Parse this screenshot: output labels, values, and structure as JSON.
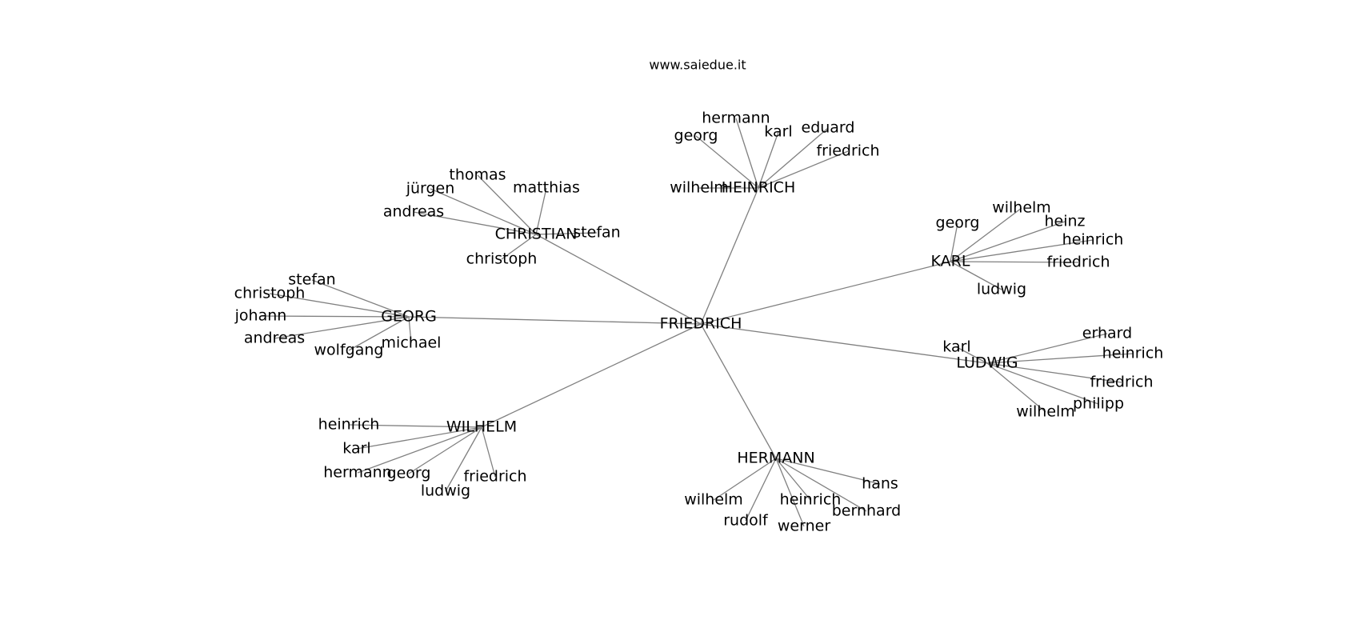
{
  "title": "www.saiedue.it",
  "root": {
    "id": "root",
    "label": "FRIEDRICH"
  },
  "hubs": [
    {
      "id": "h-heinrich",
      "label": "HEINRICH",
      "children": [
        {
          "id": "h1c1",
          "label": "wilhelm"
        },
        {
          "id": "h1c2",
          "label": "georg"
        },
        {
          "id": "h1c3",
          "label": "hermann"
        },
        {
          "id": "h1c4",
          "label": "karl"
        },
        {
          "id": "h1c5",
          "label": "eduard"
        },
        {
          "id": "h1c6",
          "label": "friedrich"
        }
      ]
    },
    {
      "id": "h-christian",
      "label": "CHRISTIAN",
      "children": [
        {
          "id": "h2c1",
          "label": "thomas"
        },
        {
          "id": "h2c2",
          "label": "jürgen"
        },
        {
          "id": "h2c3",
          "label": "matthias"
        },
        {
          "id": "h2c4",
          "label": "andreas"
        },
        {
          "id": "h2c5",
          "label": "stefan"
        },
        {
          "id": "h2c6",
          "label": "christoph"
        }
      ]
    },
    {
      "id": "h-karl",
      "label": "KARL",
      "children": [
        {
          "id": "h3c1",
          "label": "georg"
        },
        {
          "id": "h3c2",
          "label": "wilhelm"
        },
        {
          "id": "h3c3",
          "label": "heinz"
        },
        {
          "id": "h3c4",
          "label": "heinrich"
        },
        {
          "id": "h3c5",
          "label": "friedrich"
        },
        {
          "id": "h3c6",
          "label": "ludwig"
        }
      ]
    },
    {
      "id": "h-georg",
      "label": "GEORG",
      "children": [
        {
          "id": "h4c1",
          "label": "stefan"
        },
        {
          "id": "h4c2",
          "label": "christoph"
        },
        {
          "id": "h4c3",
          "label": "johann"
        },
        {
          "id": "h4c4",
          "label": "andreas"
        },
        {
          "id": "h4c5",
          "label": "wolfgang"
        },
        {
          "id": "h4c6",
          "label": "michael"
        }
      ]
    },
    {
      "id": "h-ludwig",
      "label": "LUDWIG",
      "children": [
        {
          "id": "h5c1",
          "label": "karl"
        },
        {
          "id": "h5c2",
          "label": "erhard"
        },
        {
          "id": "h5c3",
          "label": "heinrich"
        },
        {
          "id": "h5c4",
          "label": "friedrich"
        },
        {
          "id": "h5c5",
          "label": "philipp"
        },
        {
          "id": "h5c6",
          "label": "wilhelm"
        }
      ]
    },
    {
      "id": "h-wilhelm",
      "label": "WILHELM",
      "children": [
        {
          "id": "h6c1",
          "label": "heinrich"
        },
        {
          "id": "h6c2",
          "label": "karl"
        },
        {
          "id": "h6c3",
          "label": "hermann"
        },
        {
          "id": "h6c4",
          "label": "georg"
        },
        {
          "id": "h6c5",
          "label": "ludwig"
        },
        {
          "id": "h6c6",
          "label": "friedrich"
        }
      ]
    },
    {
      "id": "h-hermann",
      "label": "HERMANN",
      "children": [
        {
          "id": "h7c1",
          "label": "wilhelm"
        },
        {
          "id": "h7c2",
          "label": "rudolf"
        },
        {
          "id": "h7c3",
          "label": "werner"
        },
        {
          "id": "h7c4",
          "label": "heinrich"
        },
        {
          "id": "h7c5",
          "label": "bernhard"
        },
        {
          "id": "h7c6",
          "label": "hans"
        }
      ]
    }
  ]
}
